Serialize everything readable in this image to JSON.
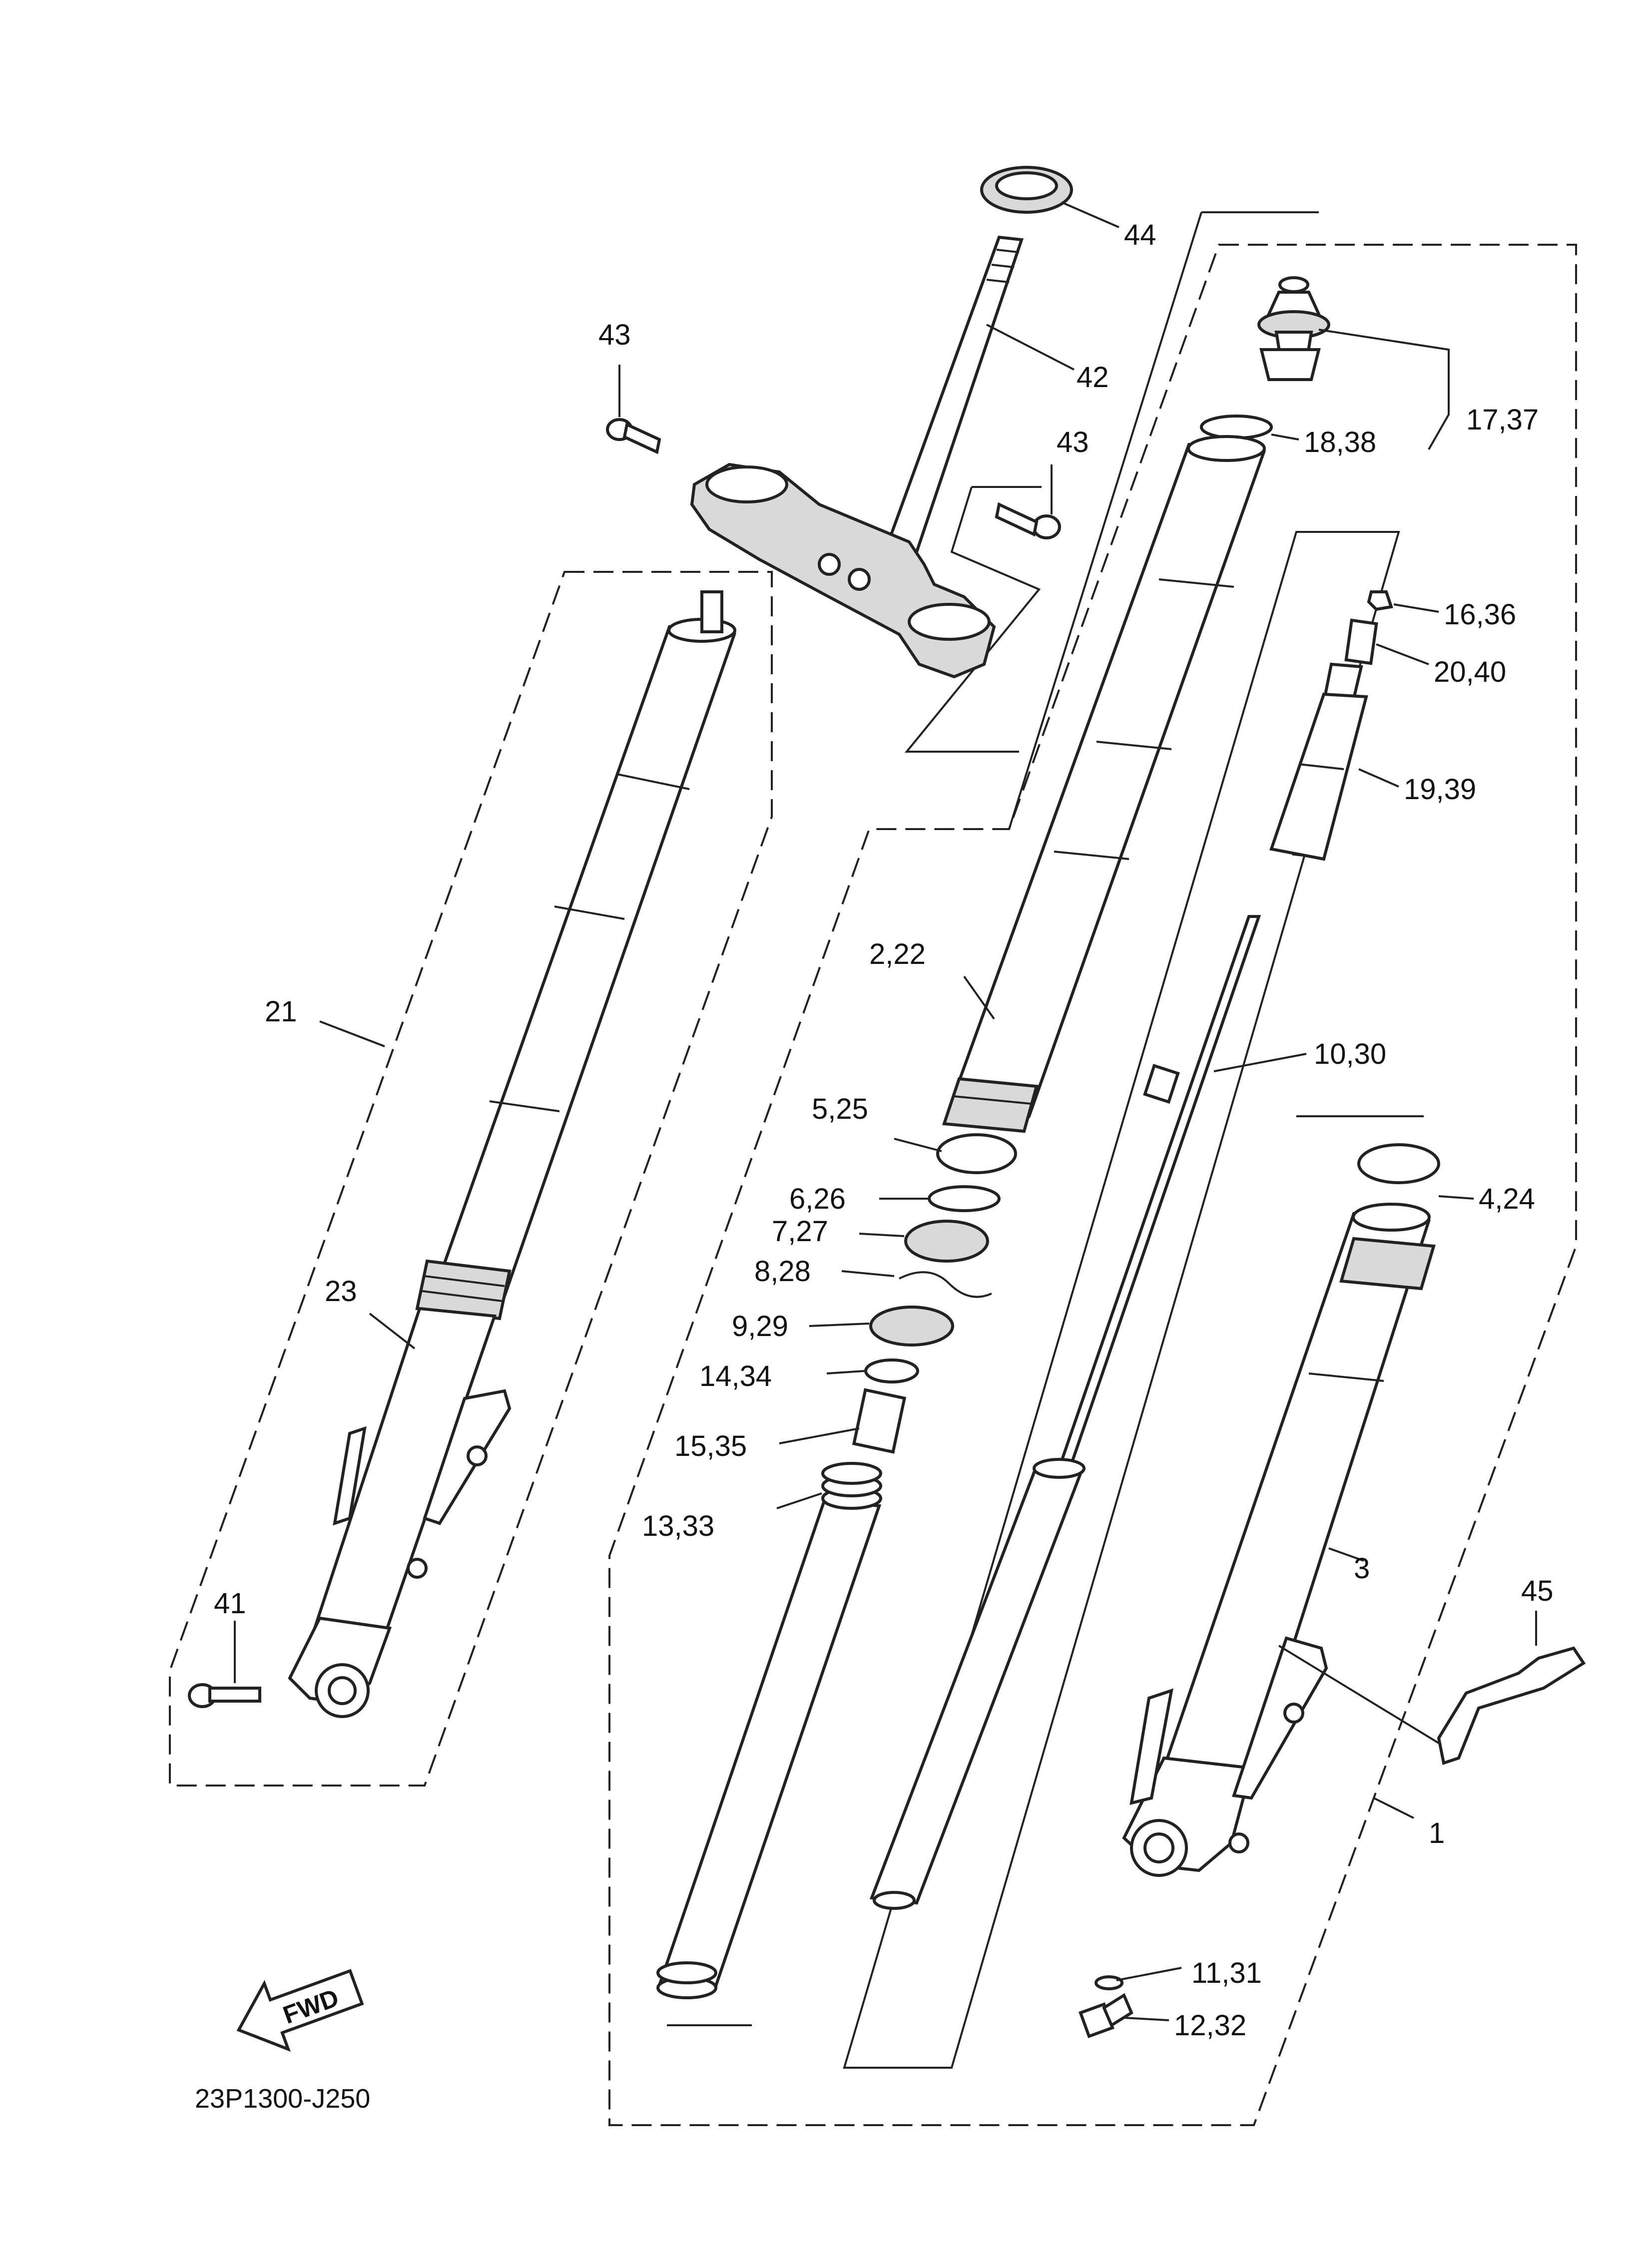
{
  "diagram": {
    "reference_code": "23P1300-J250",
    "fwd_badge": "FWD",
    "callouts": {
      "c44": "44",
      "c43a": "43",
      "c42": "42",
      "c43b": "43",
      "c17_37": "17,37",
      "c18_38": "18,38",
      "c16_36": "16,36",
      "c20_40": "20,40",
      "c19_39": "19,39",
      "c2_22": "2,22",
      "c10_30": "10,30",
      "c21": "21",
      "c5_25": "5,25",
      "c6_26": "6,26",
      "c7_27": "7,27",
      "c8_28": "8,28",
      "c9_29": "9,29",
      "c14_34": "14,34",
      "c15_35": "15,35",
      "c13_33": "13,33",
      "c4_24": "4,24",
      "c23": "23",
      "c3": "3",
      "c41": "41",
      "c45": "45",
      "c1": "1",
      "c11_31": "11,31",
      "c12_32": "12,32"
    }
  }
}
